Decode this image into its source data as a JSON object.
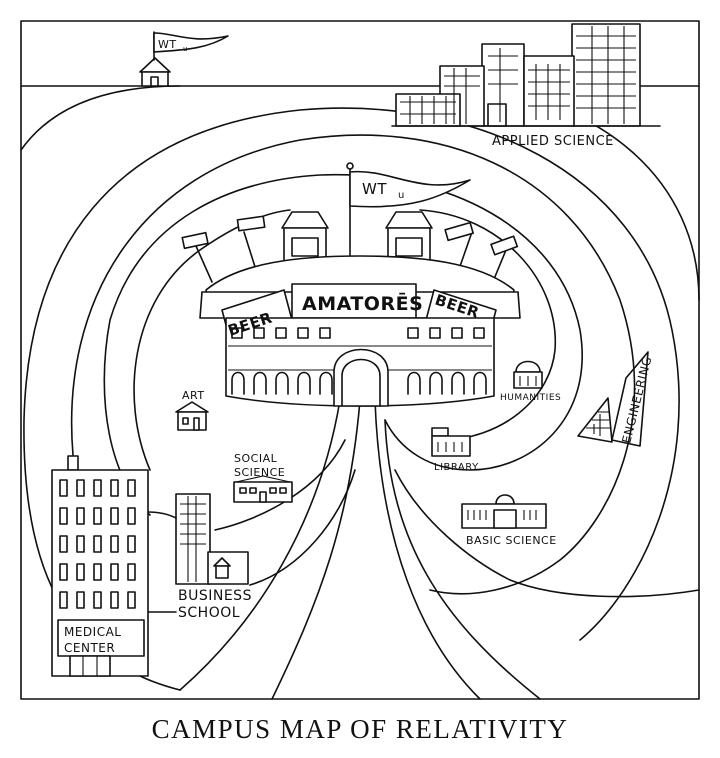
{
  "title": "CAMPUS MAP OF RELATIVITY",
  "pennants": {
    "main": "WT",
    "main_sub": "u",
    "small": "WT",
    "small_sub": "u"
  },
  "stadium": {
    "center": "AMATORĒS",
    "left": "BEER",
    "right": "BEER"
  },
  "buildings": {
    "applied_science": "APPLIED SCIENCE",
    "art": "ART",
    "humanities": "HUMANITIES",
    "engineering": "ENGINEERING",
    "social_science_1": "SOCIAL",
    "social_science_2": "SCIENCE",
    "library": "LIBRARY",
    "basic_science": "BASIC SCIENCE",
    "business_school_1": "BUSINESS",
    "business_school_2": "SCHOOL",
    "medical_center_1": "MEDICAL",
    "medical_center_2": "CENTER"
  }
}
